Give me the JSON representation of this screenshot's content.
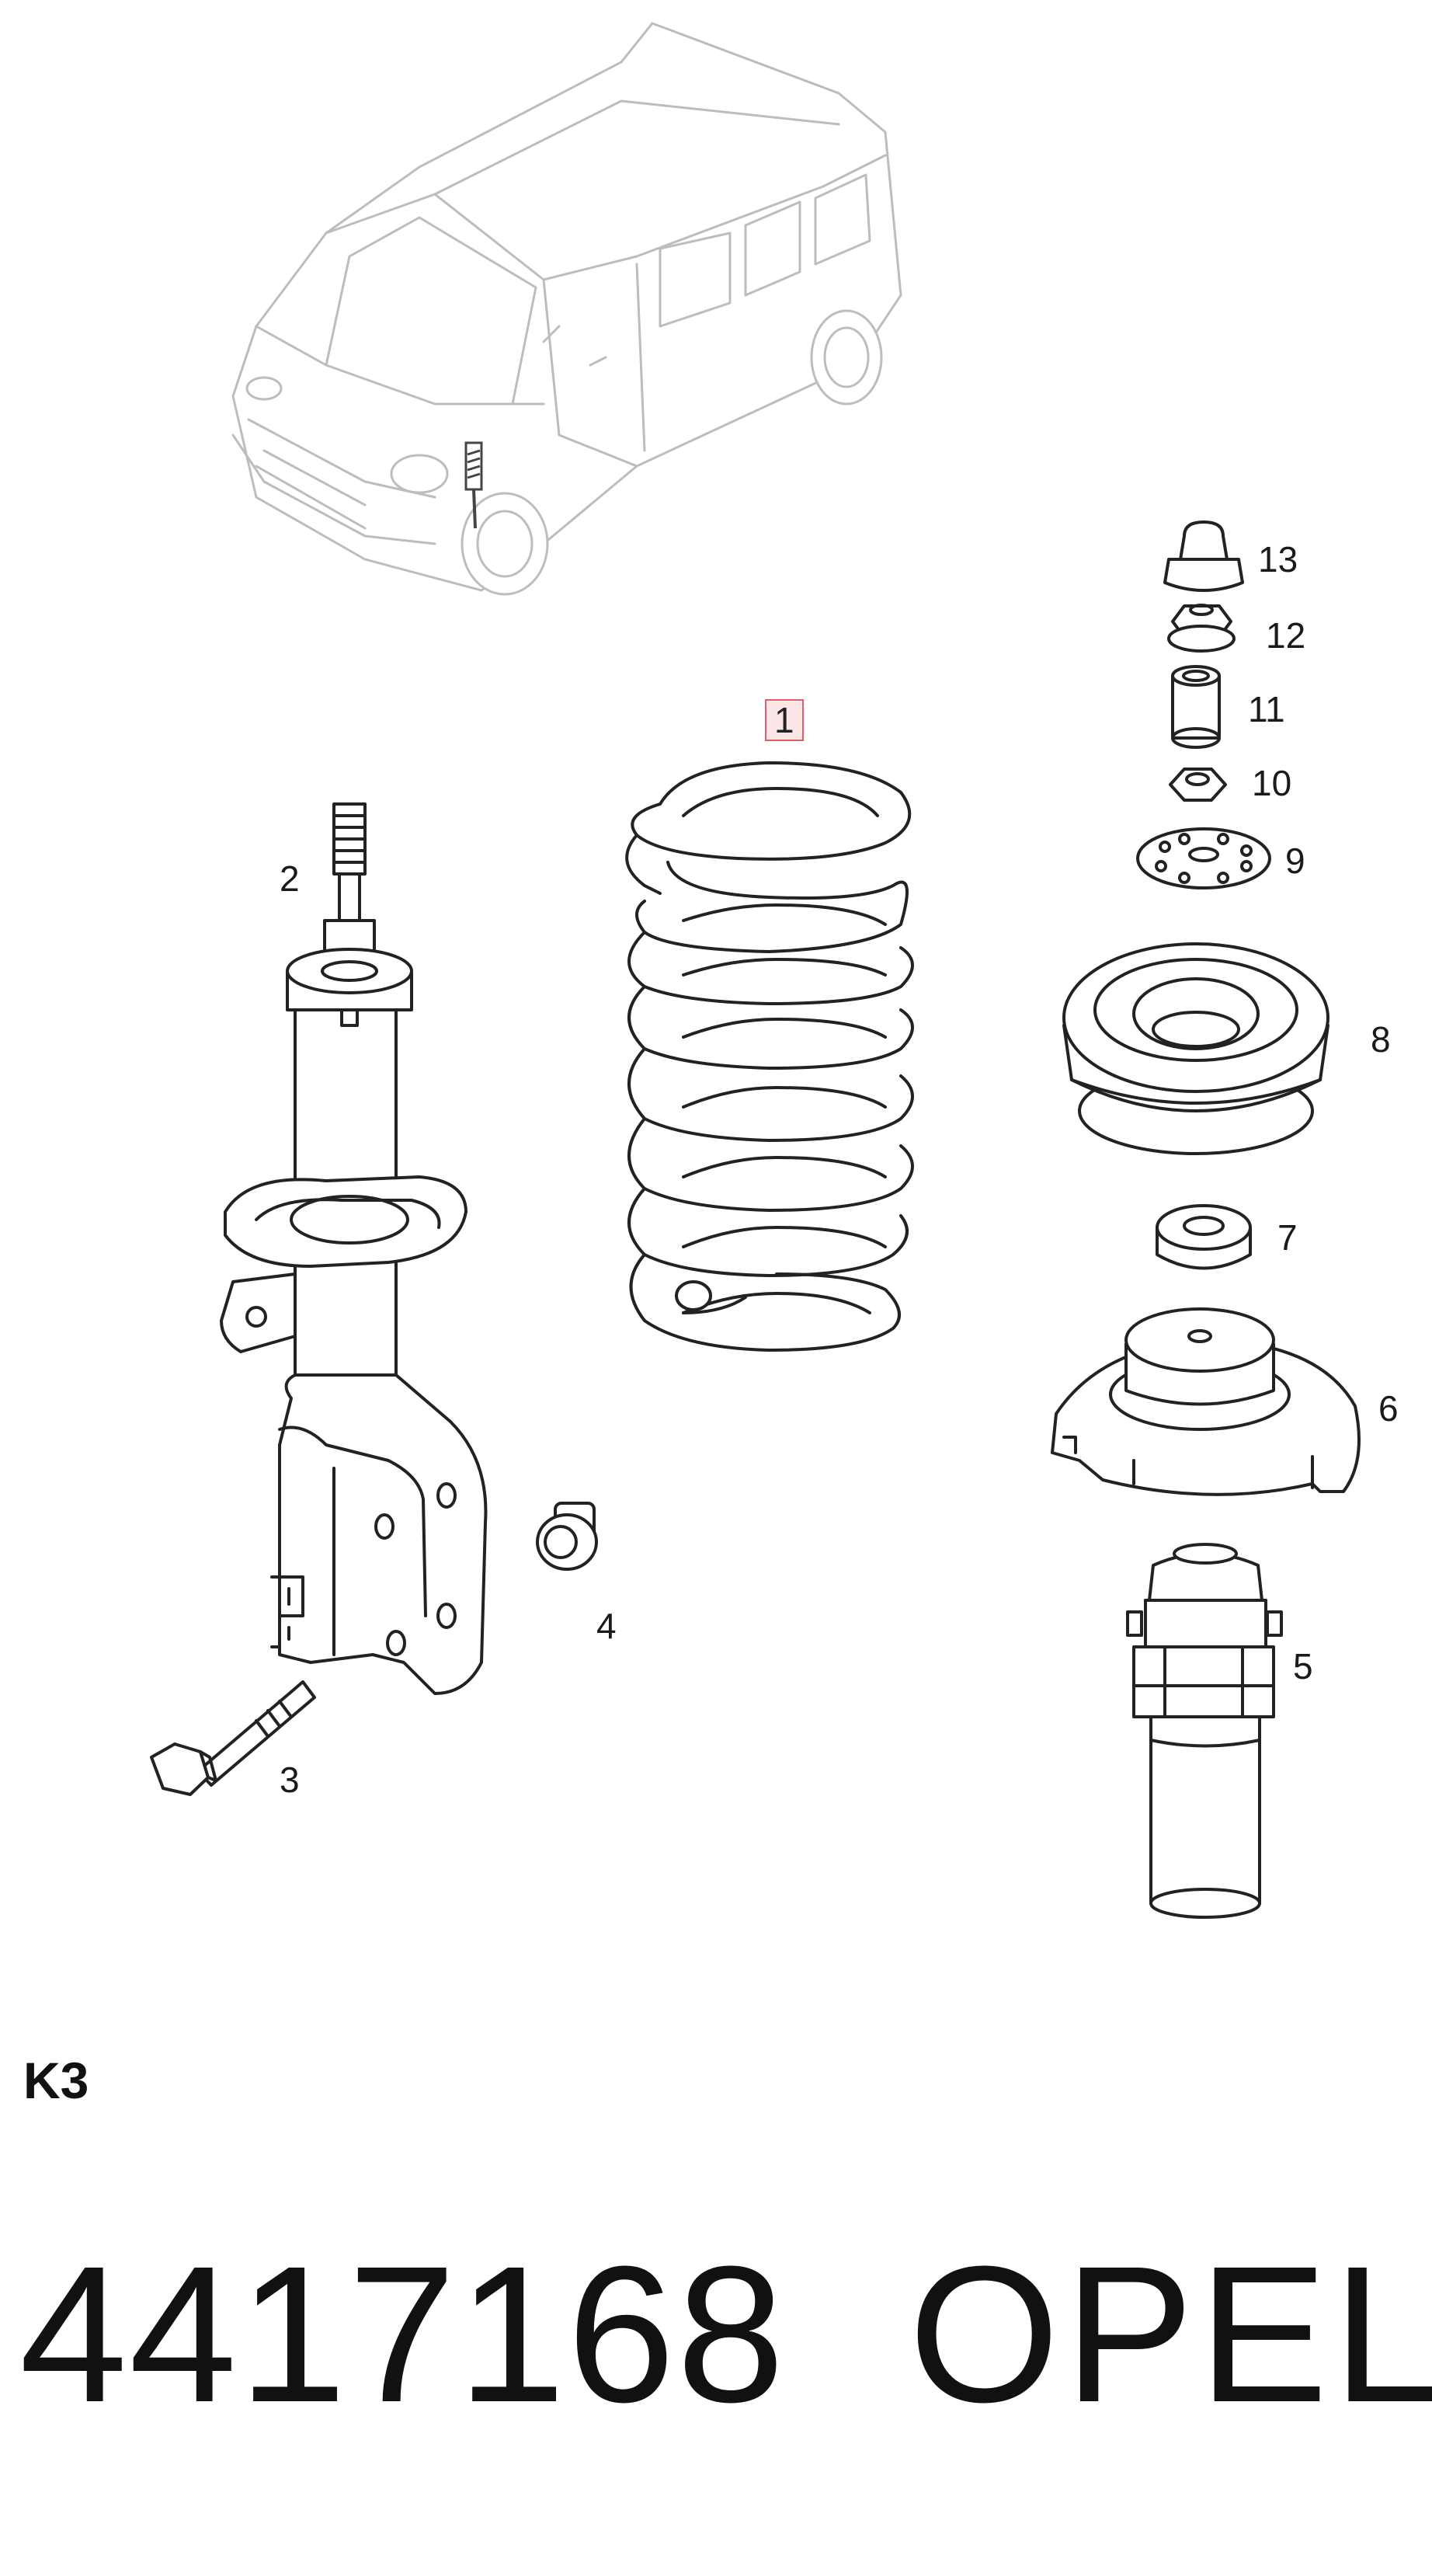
{
  "diagram": {
    "callouts": [
      {
        "id": "1",
        "text": "1",
        "highlighted": true
      },
      {
        "id": "2",
        "text": "2"
      },
      {
        "id": "3",
        "text": "3"
      },
      {
        "id": "4",
        "text": "4"
      },
      {
        "id": "5",
        "text": "5"
      },
      {
        "id": "6",
        "text": "6"
      },
      {
        "id": "7",
        "text": "7"
      },
      {
        "id": "8",
        "text": "8"
      },
      {
        "id": "9",
        "text": "9"
      },
      {
        "id": "10",
        "text": "10"
      },
      {
        "id": "11",
        "text": "11"
      },
      {
        "id": "12",
        "text": "12"
      },
      {
        "id": "13",
        "text": "13"
      }
    ],
    "highlight_color": "#e0606a"
  },
  "footer": {
    "section_code": "K3",
    "part_number": "4417168",
    "brand": "OPEL"
  }
}
